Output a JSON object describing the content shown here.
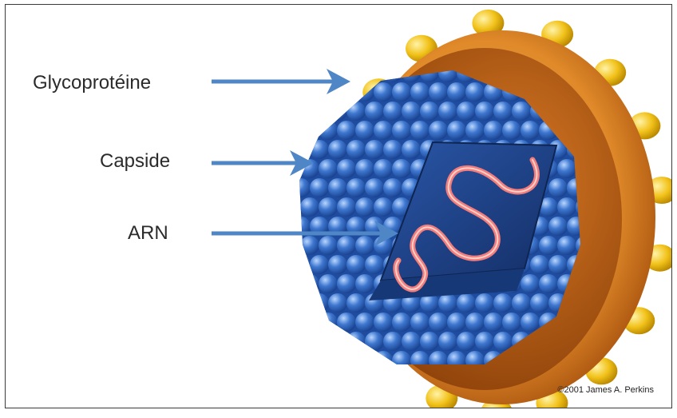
{
  "labels": {
    "glycoproteine": "Glycoprotéine",
    "capside": "Capside",
    "arn": "ARN"
  },
  "credit": "©2001 James A. Perkins",
  "colors": {
    "arrow": "#4f86c6",
    "envelope_outer": "#e08a2a",
    "envelope_inner": "#b65a10",
    "spike": "#f2c21a",
    "capsid": "#2f63b8",
    "capsid_face": "#1e3f86",
    "rna": "#f06a6a"
  }
}
